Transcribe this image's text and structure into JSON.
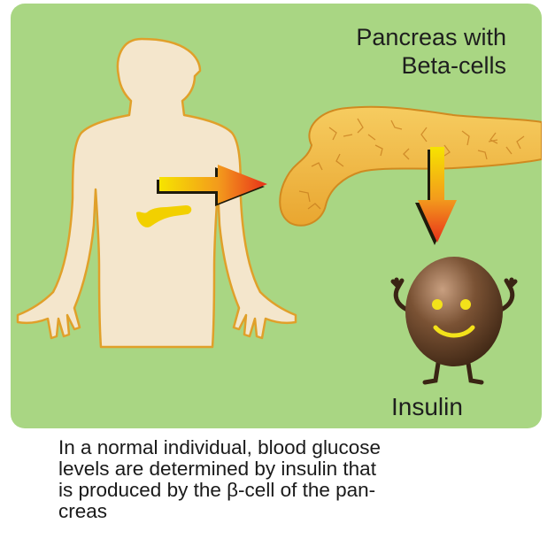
{
  "diagram": {
    "title_lines": [
      "Pancreas with",
      "Beta-cells"
    ],
    "insulin_label": "Insulin",
    "caption_lines": [
      "In a normal individual, blood glucose",
      "levels are determined by insulin that",
      "is produced by the β-cell of the pan-",
      "creas"
    ],
    "colors": {
      "panel": "#a9d683",
      "body_fill": "#f4e6cc",
      "body_outline": "#e0a02a",
      "pancreas": "#f0b940",
      "small_pancreas": "#f2d000",
      "arrow_start": "#f6e400",
      "arrow_end": "#e8301a",
      "insulin_body": "#5b3a22",
      "insulin_face": "#f3e21a"
    }
  }
}
